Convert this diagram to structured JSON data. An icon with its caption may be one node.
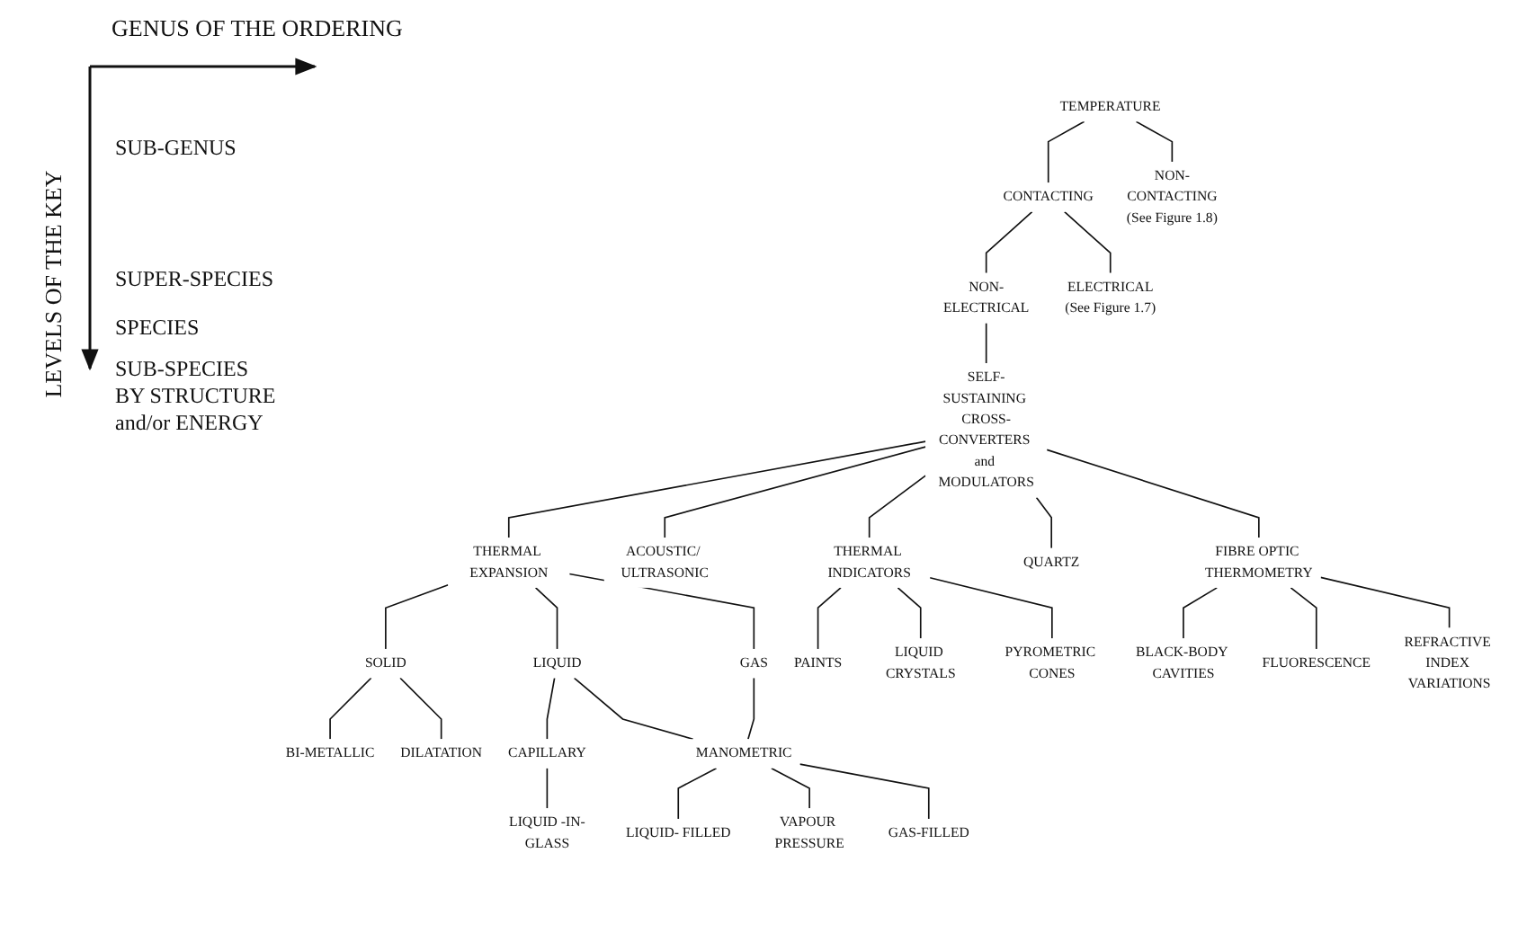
{
  "diagram": {
    "nodes": [
      {
        "text": [
          "TEMPERATURE"
        ]
      },
      {
        "text": [
          "CONTACTING"
        ]
      },
      {
        "text": [
          "NON-CONTACTING",
          "(See Figure 1.8)"
        ]
      },
      {
        "text": [
          "NON-ELECTRICAL"
        ]
      },
      {
        "text": [
          "ELECTRICAL",
          "(See Figure 1.7)"
        ]
      },
      {
        "text": [
          "SELF-SUSTAINING CROSS-CONVERTERS and MODULATORS"
        ]
      },
      {
        "text": [
          "THERMAL EXPANSION"
        ]
      },
      {
        "text": [
          "ACOUSTIC/ ULTRASONIC"
        ]
      },
      {
        "text": [
          "THERMAL INDICATORS"
        ]
      },
      {
        "text": [
          "QUARTZ"
        ]
      },
      {
        "text": [
          "FIBRE OPTIC THERMOMETRY"
        ]
      },
      {
        "text": [
          "SOLID"
        ]
      },
      {
        "text": [
          "LIQUID"
        ]
      },
      {
        "text": [
          "GAS"
        ]
      },
      {
        "text": [
          "PAINTS"
        ]
      },
      {
        "text": [
          "LIQUID CRYSTALS"
        ]
      },
      {
        "text": [
          "PYROMETRIC CONES"
        ]
      },
      {
        "text": [
          "BLACK-BODY CAVITIES"
        ]
      },
      {
        "text": [
          "FLUORESCENCE"
        ]
      },
      {
        "text": [
          "REFRACTIVE INDEX VARIATIONS"
        ]
      },
      {
        "text": [
          "BI-METALLIC"
        ]
      },
      {
        "text": [
          "DILATATION"
        ]
      },
      {
        "text": [
          "CAPILLARY"
        ]
      },
      {
        "text": [
          "MANOMETRIC"
        ]
      },
      {
        "text": [
          "LIQUID -IN-GLASS"
        ]
      },
      {
        "text": [
          "LIQUID- FILLED"
        ]
      },
      {
        "text": [
          "VAPOUR PRESSURE"
        ]
      },
      {
        "text": [
          "GAS-FILLED"
        ]
      }
    ],
    "edges": [
      {
        "from": 0,
        "to": 1,
        "arrow": "none"
      },
      {
        "from": 0,
        "to": 2,
        "arrow": "none"
      },
      {
        "from": 1,
        "to": 3,
        "arrow": "none"
      },
      {
        "from": 1,
        "to": 4,
        "arrow": "none"
      },
      {
        "from": 3,
        "to": 5,
        "arrow": "none"
      },
      {
        "from": 5,
        "to": 6,
        "arrow": "none"
      },
      {
        "from": 5,
        "to": 7,
        "arrow": "none"
      },
      {
        "from": 5,
        "to": 8,
        "arrow": "none"
      },
      {
        "from": 5,
        "to": 9,
        "arrow": "none"
      },
      {
        "from": 5,
        "to": 10,
        "arrow": "none"
      },
      {
        "from": 6,
        "to": 11,
        "arrow": "none"
      },
      {
        "from": 6,
        "to": 12,
        "arrow": "none"
      },
      {
        "from": 6,
        "to": 13,
        "arrow": "none"
      },
      {
        "from": 8,
        "to": 14,
        "arrow": "none"
      },
      {
        "from": 8,
        "to": 15,
        "arrow": "none"
      },
      {
        "from": 8,
        "to": 16,
        "arrow": "none"
      },
      {
        "from": 10,
        "to": 17,
        "arrow": "none"
      },
      {
        "from": 10,
        "to": 18,
        "arrow": "none"
      },
      {
        "from": 10,
        "to": 19,
        "arrow": "none"
      },
      {
        "from": 11,
        "to": 20,
        "arrow": "none"
      },
      {
        "from": 11,
        "to": 21,
        "arrow": "none"
      },
      {
        "from": 12,
        "to": 22,
        "arrow": "none"
      },
      {
        "from": 12,
        "to": 23,
        "arrow": "none"
      },
      {
        "from": 13,
        "to": 23,
        "arrow": "none"
      },
      {
        "from": 22,
        "to": 24,
        "arrow": "none"
      },
      {
        "from": 23,
        "to": 25,
        "arrow": "none"
      },
      {
        "from": 23,
        "to": 26,
        "arrow": "none"
      },
      {
        "from": 23,
        "to": 27,
        "arrow": "none"
      }
    ],
    "labels": [
      "GENUS OF THE ORDERING",
      "LEVELS OF THE KEY",
      "SUB-GENUS",
      "SUPER-SPECIES",
      "SPECIES",
      "SUB-SPECIES BY STRUCTURE and/or ENERGY"
    ]
  }
}
